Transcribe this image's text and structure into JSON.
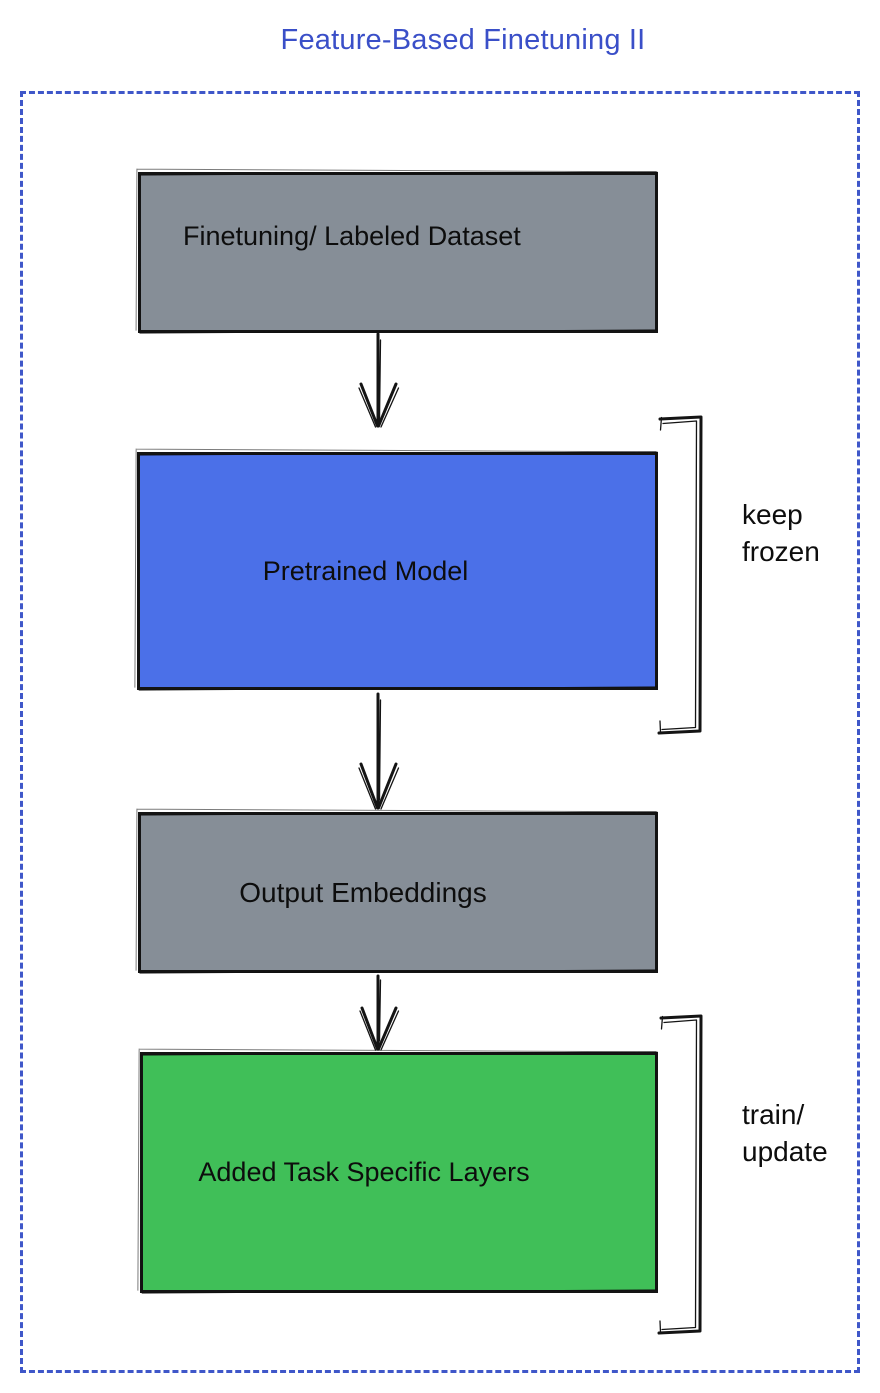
{
  "title": "Feature-Based Finetuning II",
  "colors": {
    "title_blue": "#3a4fc8",
    "frame_blue": "#3f57c9",
    "box_gray": "#868e97",
    "box_blue": "#4b70e8",
    "box_green": "#40bf58",
    "ink": "#141414"
  },
  "flow": {
    "boxes": [
      {
        "label": "Finetuning/ Labeled Dataset",
        "fill": "gray"
      },
      {
        "label": "Pretrained Model",
        "fill": "blue"
      },
      {
        "label": "Output Embeddings",
        "fill": "gray"
      },
      {
        "label": "Added Task Specific Layers",
        "fill": "green"
      }
    ],
    "annotations": [
      {
        "line1": "keep",
        "line2": "frozen",
        "attached_to": "Pretrained Model"
      },
      {
        "line1": "train/",
        "line2": "update",
        "attached_to": "Added Task Specific Layers"
      }
    ]
  }
}
